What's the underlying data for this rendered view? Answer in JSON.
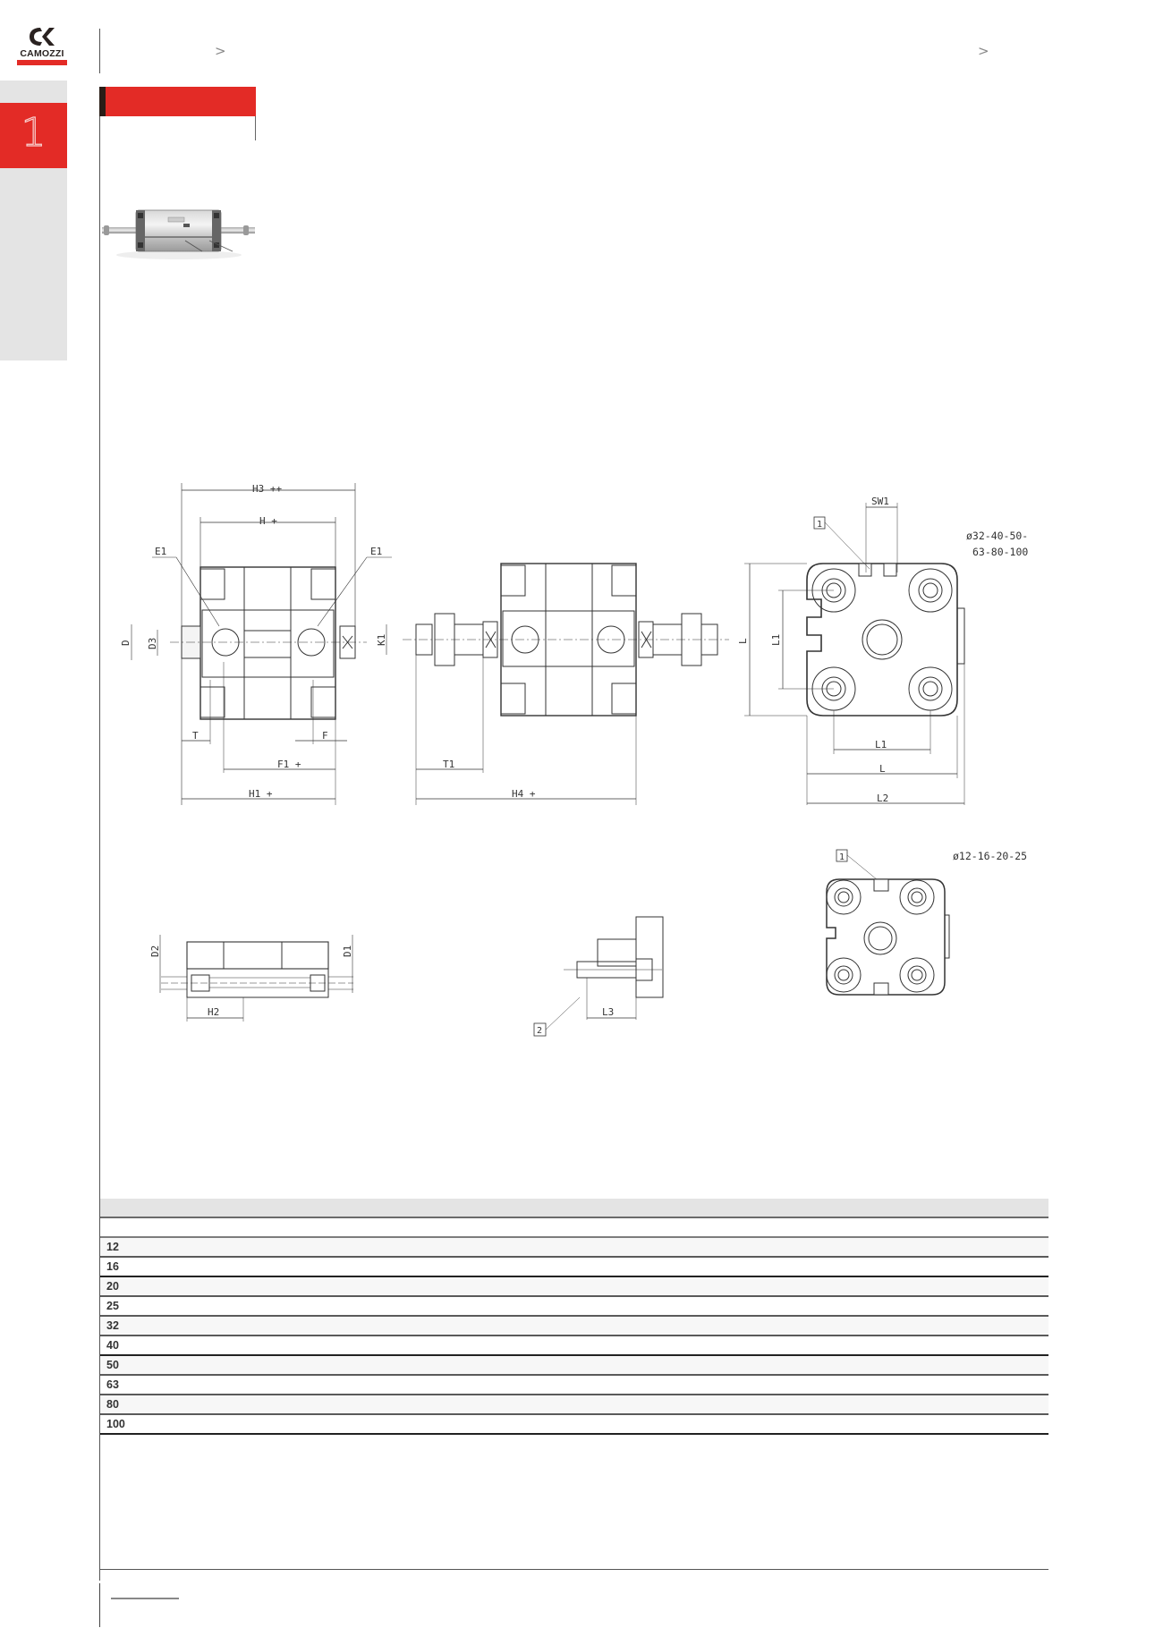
{
  "brand": {
    "name": "CAMOZZI",
    "accent_color": "#e32b26",
    "dark_color": "#2a1d17"
  },
  "sidebar": {
    "section_number": "1"
  },
  "header": {
    "breadcrumb_separators": [
      ">",
      ">"
    ]
  },
  "product_image": {
    "alt": "compact cylinder with double-ended rod"
  },
  "drawings": {
    "front_view": {
      "labels": [
        "H3 ++",
        "H +",
        "E1",
        "E1",
        "D",
        "D3",
        "T",
        "F",
        "F1 +",
        "H1 +"
      ]
    },
    "side_view": {
      "labels": [
        "K1",
        "T1",
        "H4 +"
      ]
    },
    "end_view_large": {
      "callout": "1",
      "sizes": "ø32-40-50-",
      "sizes_line2": "63-80-100",
      "labels": [
        "SW1",
        "L",
        "L1",
        "L1",
        "L",
        "L2"
      ]
    },
    "end_view_small": {
      "callout": "1",
      "sizes": "ø12-16-20-25"
    },
    "section_mount_1": {
      "labels": [
        "D2",
        "D1",
        "H2"
      ]
    },
    "section_mount_2": {
      "callout": "2",
      "labels": [
        "L3"
      ]
    }
  },
  "table": {
    "header": "",
    "subheader": "",
    "rows": [
      {
        "bore": "12"
      },
      {
        "bore": "16"
      },
      {
        "bore": "20"
      },
      {
        "bore": "25"
      },
      {
        "bore": "32"
      },
      {
        "bore": "40"
      },
      {
        "bore": "50"
      },
      {
        "bore": "63"
      },
      {
        "bore": "80"
      },
      {
        "bore": "100"
      }
    ]
  }
}
